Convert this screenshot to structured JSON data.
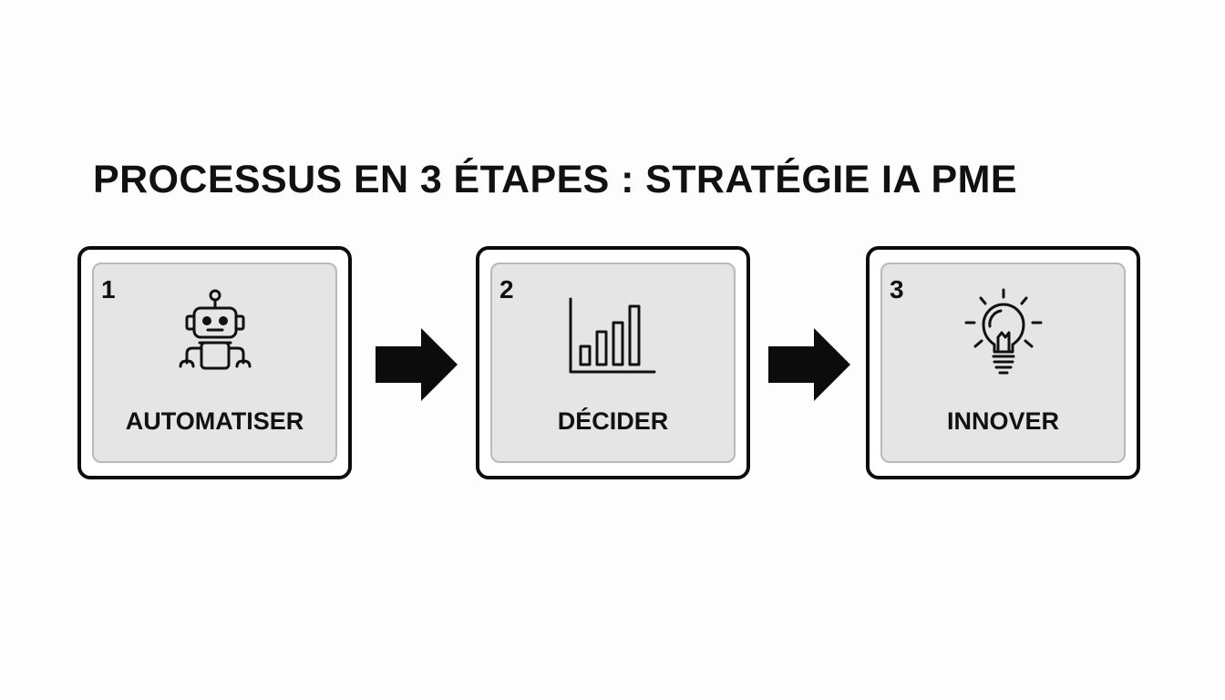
{
  "title": "PROCESSUS EN 3 ÉTAPES : STRATÉGIE IA PME",
  "steps": [
    {
      "number": "1",
      "label": "AUTOMATISER",
      "icon": "robot-icon"
    },
    {
      "number": "2",
      "label": "DÉCIDER",
      "icon": "bar-chart-icon"
    },
    {
      "number": "3",
      "label": "INNOVER",
      "icon": "lightbulb-icon"
    }
  ],
  "connectors": [
    "arrow-right-icon",
    "arrow-right-icon"
  ],
  "colors": {
    "background": "#fdfdfd",
    "outline": "#0c0c0c",
    "panel_fill": "#e5e5e5",
    "panel_border": "#b9b9b9"
  }
}
